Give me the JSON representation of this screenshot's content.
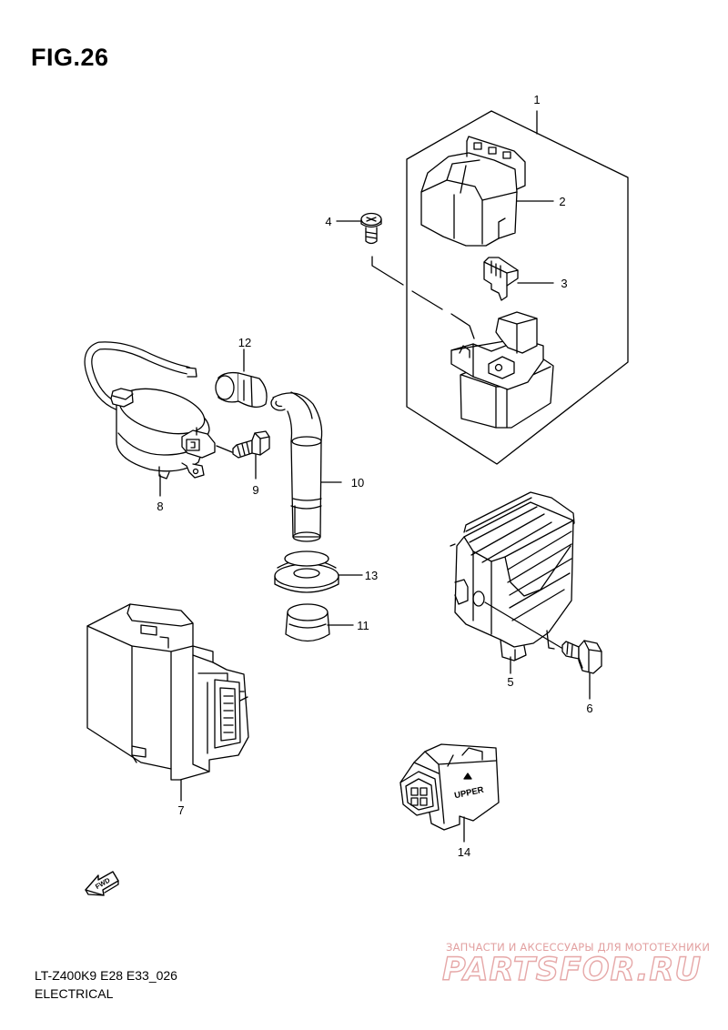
{
  "figure": {
    "title": "FIG.26"
  },
  "footer": {
    "model_code": "LT-Z400K9 E28 E33_026",
    "section_title": "ELECTRICAL"
  },
  "watermark": {
    "tagline": "ЗАПЧАСТИ И АКСЕССУАРЫ ДЛЯ МОТОТЕХНИКИ",
    "logo_text": "PARTSFOR.RU",
    "color": "#e6a8a8"
  },
  "callouts": [
    "1",
    "2",
    "3",
    "4",
    "5",
    "6",
    "7",
    "8",
    "9",
    "10",
    "11",
    "12",
    "13",
    "14"
  ],
  "part_marks": {
    "connector_text": "UPPER",
    "arrow_text": "FWD"
  }
}
